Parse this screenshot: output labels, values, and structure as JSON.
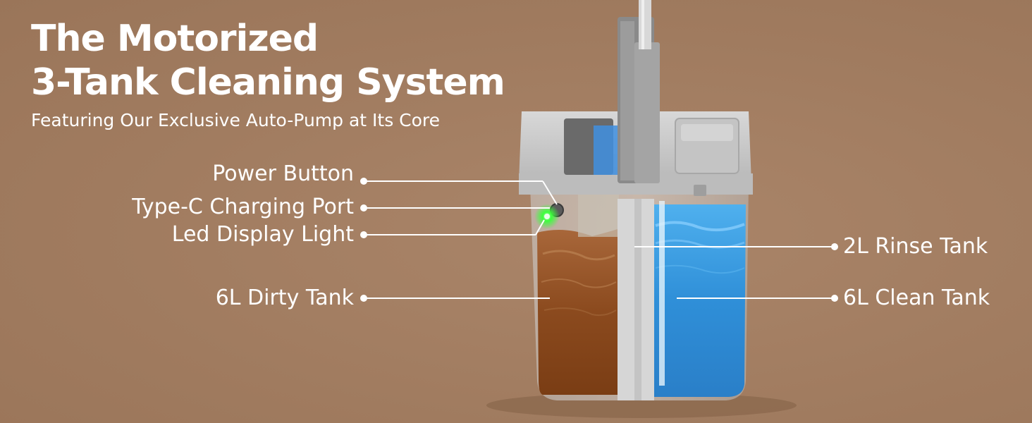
{
  "headline": {
    "line1": "The Motorized",
    "line2": "3-Tank Cleaning System",
    "subtitle": "Featuring Our Exclusive Auto-Pump at Its Core"
  },
  "callouts": {
    "power_button": "Power Button",
    "type_c_port": "Type-C Charging Port",
    "led_light": "Led Display Light",
    "dirty_tank": "6L Dirty Tank",
    "rinse_tank": "2L Rinse Tank",
    "clean_tank": "6L Clean Tank"
  },
  "colors": {
    "background": "#a58064",
    "text": "#ffffff",
    "dirty_water": "#8a4a20",
    "clean_water": "#3a9be0",
    "bucket_gray": "#c9c9c9",
    "led_green": "#3cff3c"
  }
}
